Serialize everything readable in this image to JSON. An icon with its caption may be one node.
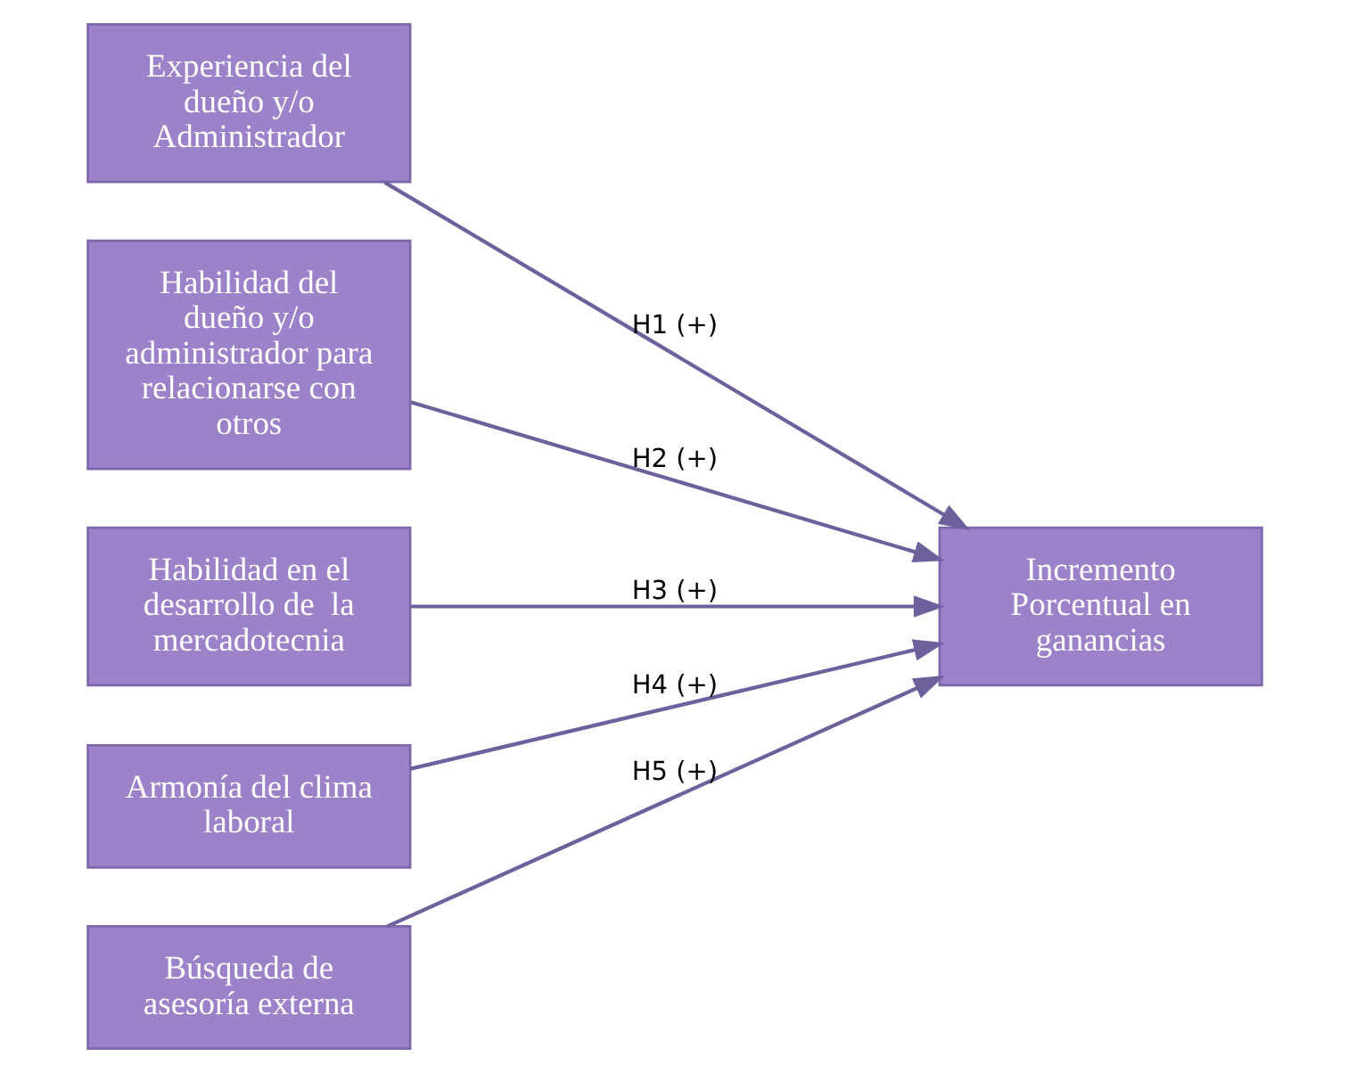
{
  "diagram": {
    "nodes": [
      {
        "text": [
          "Experiencia del dueño y/o Administrador"
        ]
      },
      {
        "text": [
          "Habilidad del dueño y/o administrador para relacionarse con otros"
        ]
      },
      {
        "text": [
          "Habilidad en el desarrollo de  la mercadotecnia"
        ]
      },
      {
        "text": [
          "Armonía del clima laboral"
        ]
      },
      {
        "text": [
          "Búsqueda de asesoría externa"
        ]
      },
      {
        "text": [
          "Incremento Porcentual en ganancias"
        ]
      }
    ],
    "edges": [
      {
        "from": 0,
        "to": 5,
        "arrow": "to",
        "label": "H1 (+)"
      },
      {
        "from": 1,
        "to": 5,
        "arrow": "to",
        "label": "H2 (+)"
      },
      {
        "from": 2,
        "to": 5,
        "arrow": "to",
        "label": "H3 (+)"
      },
      {
        "from": 3,
        "to": 5,
        "arrow": "to",
        "label": "H4 (+)"
      },
      {
        "from": 4,
        "to": 5,
        "arrow": "to",
        "label": "H5 (+)"
      }
    ]
  }
}
